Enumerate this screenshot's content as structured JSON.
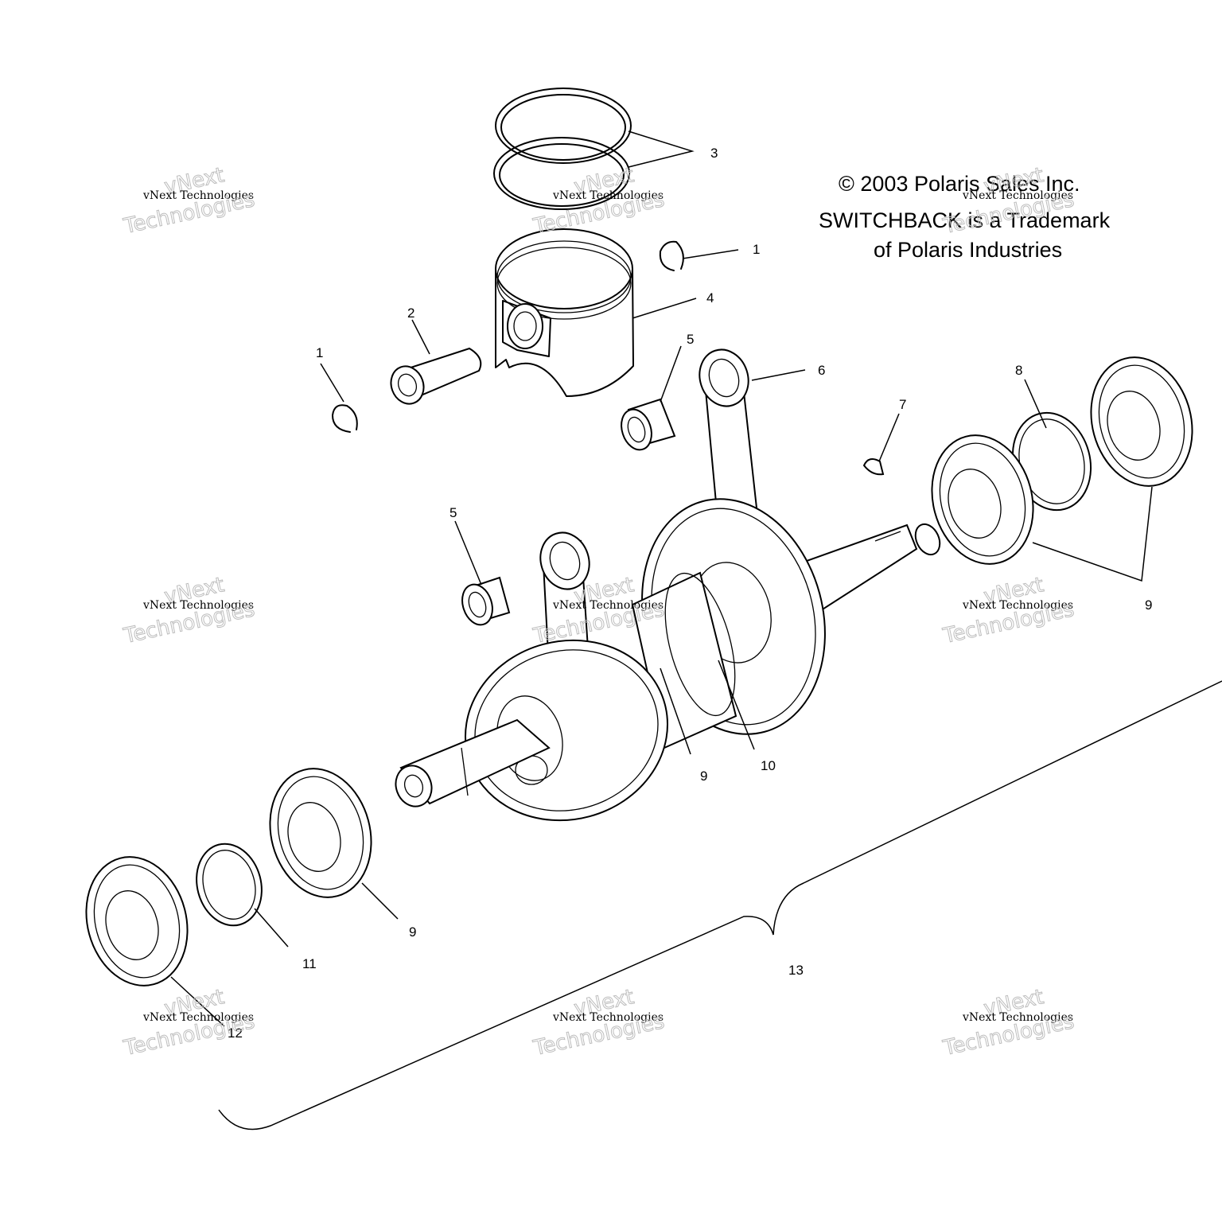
{
  "copyright": {
    "line1": "© 2003 Polaris Sales Inc.",
    "line2": "SWITCHBACK is a Trademark",
    "line3": "of Polaris Industries"
  },
  "callouts": {
    "c1a": "1",
    "c1b": "1",
    "c2": "2",
    "c3": "3",
    "c4": "4",
    "c5a": "5",
    "c5b": "5",
    "c6": "6",
    "c7": "7",
    "c8": "8",
    "c9a": "9",
    "c9b": "9",
    "c9c": "9",
    "c10": "10",
    "c11": "11",
    "c12": "12",
    "c13": "13"
  },
  "watermark": {
    "brand": "vNext",
    "line": "vNext Technologies",
    "big": "Technologies"
  }
}
